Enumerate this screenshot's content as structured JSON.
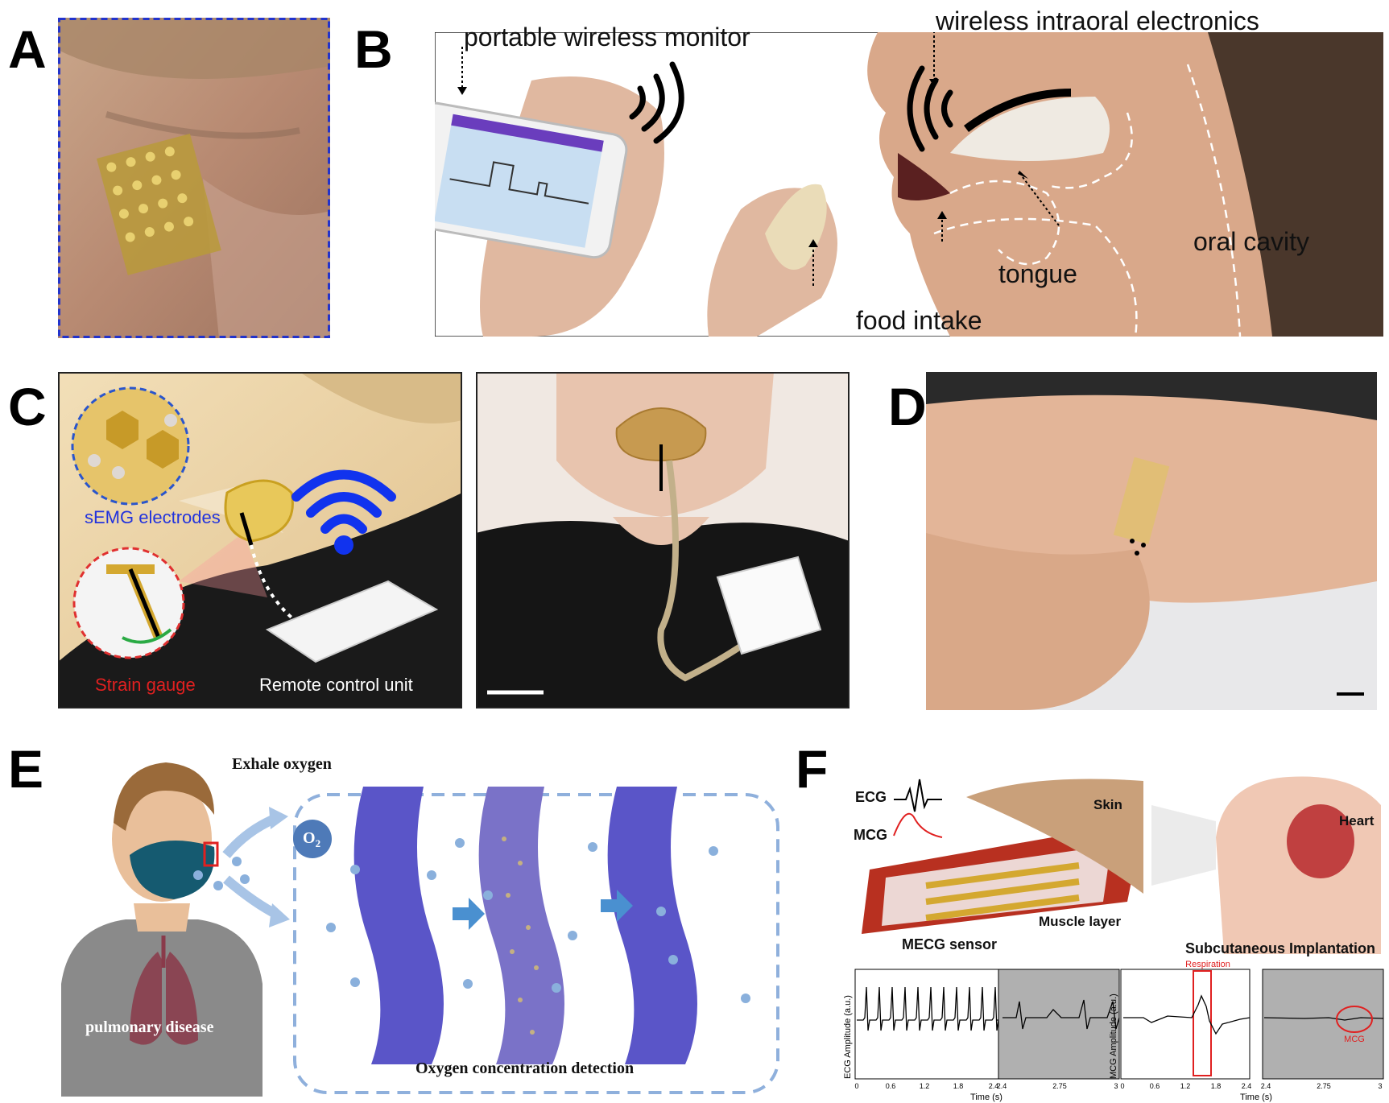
{
  "panels": {
    "A": {
      "letter": "A"
    },
    "B": {
      "letter": "B",
      "labels": {
        "portable": "portable  wireless monitor",
        "intraoral": "wireless intraoral electronics",
        "oral_cavity": "oral cavity",
        "tongue": "tongue",
        "food": "food intake"
      }
    },
    "C": {
      "letter": "C",
      "labels": {
        "semg": "sEMG electrodes",
        "strain": "Strain gauge",
        "remote": "Remote control unit"
      }
    },
    "D": {
      "letter": "D"
    },
    "E": {
      "letter": "E",
      "labels": {
        "exhale": "Exhale oxygen",
        "o2": "O",
        "o2_sub": "2",
        "disease": "pulmonary disease",
        "detection": "Oxygen concentration detection"
      }
    },
    "F": {
      "letter": "F",
      "labels": {
        "ecg": "ECG",
        "mcg": "MCG",
        "skin": "Skin",
        "muscle": "Muscle layer",
        "heart": "Heart",
        "sensor": "MECG sensor",
        "implant": "Subcutaneous Implantation"
      },
      "plots": {
        "ecg_ylabel": "ECG Amplitude (a.u.)",
        "mcg_ylabel": "MCG Amplitude (a.u.)",
        "xlabel": "Time (s)",
        "ticks_a": [
          "0",
          "0.6",
          "1.2",
          "1.8",
          "2.4"
        ],
        "ticks_b": [
          "2.4",
          "2.75",
          "3"
        ],
        "respiration": "Respiration",
        "mcg_mark": "MCG"
      }
    }
  },
  "colors": {
    "blue_dash": "#2233cc",
    "wifi_blue": "#1133ee",
    "red": "#e02020",
    "skin": "#d9a88a",
    "membrane": "#5a55c8",
    "dash_frame": "#8fb0dc"
  }
}
